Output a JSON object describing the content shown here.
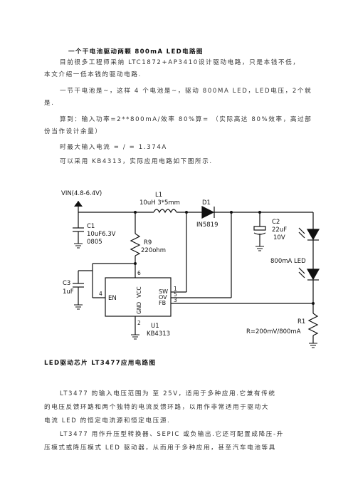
{
  "doc": {
    "title": "一个干电池驱动两颗 800mA LED电路图",
    "p1_l1": "目前很多工程师采纳 LTC1872+AP3410设计驱动电路，只是本钱不低，",
    "p1_l2": "本文介绍一低本钱的驱动电路.",
    "p2_l1": "一节干电池是~，这样 4 个电池是~，驱动 800MA LED，LED电压，2个就",
    "p2_l2": "是.",
    "p3_l1": "算到：输入功率=2**800mA/效率 80%算=  （实际高达 80%效率，高过部",
    "p3_l2": "份当作设计余量）",
    "p4": "时最大输入电流  =  /  = 1.374A",
    "p5": "可以采用 KB4313，实际应用电路如下图所示.",
    "heading2": "LED驱动芯片 LT3477应用电路图",
    "p6_l1": "LT3477 的输入电压范围为   至  25V，适用于多种应用.它兼有传统",
    "p6_l2": "的电压反馈环路和两个独特的电流反馈环路，以用作非常适用于驱动大",
    "p6_l3": "电流  LED 的恒定电流源和恒定电压源.",
    "p7_l1": "LT3477 用作升压型转换器、SEPIC 或负输出.它还可配置成降压-升",
    "p7_l2": "压模式或降压模式  LED 驱动器，从而用于多种应用，甚至汽车电池等具"
  },
  "schematic": {
    "vin": "VIN(4.8-6.4V)",
    "l1": "L1",
    "l1_val": "10uH  3*5mm",
    "d1": "D1",
    "d1_part": "IN5819",
    "c1": "C1",
    "c1_val": "10uF6.3V",
    "c1_pkg": "0805",
    "r9": "R9",
    "r9_val": "220ohm",
    "c2": "C2",
    "c2_val": "22uF",
    "c2_v": "10V",
    "led_label": "800mA LED",
    "c3": "C3",
    "c3_val": "1uF",
    "pin_en": "EN",
    "pin_vcc": "VCC",
    "pin_gnd": "GND",
    "pin_sw": "SW",
    "pin_ov": "OV",
    "pin_fb": "FB",
    "n4": "4",
    "n6": "6",
    "n2": "2",
    "n1": "1",
    "n5": "5",
    "n3": "3",
    "u1": "U1",
    "u1_part": "KB4313",
    "r1": "R1",
    "r1_val": "R=200mV/800mA"
  }
}
